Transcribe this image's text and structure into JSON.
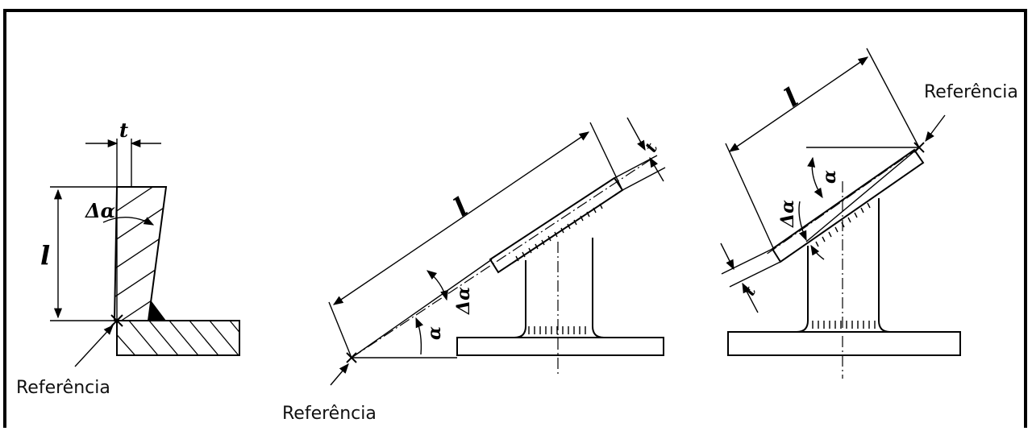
{
  "labels": {
    "reference": "Referência",
    "length": "l",
    "thickness": "t",
    "angle": "α",
    "delta_angle": "Δα"
  }
}
